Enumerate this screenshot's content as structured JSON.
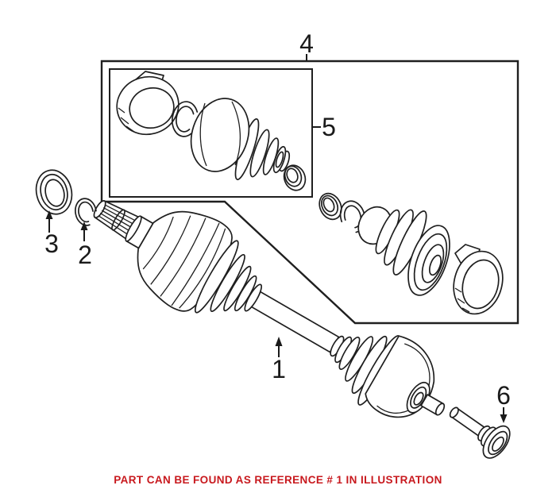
{
  "illustration": {
    "description": "exploded parts diagram",
    "line_color": "#1f1f1f",
    "callouts": [
      {
        "id": "part-1",
        "label": "1"
      },
      {
        "id": "part-2",
        "label": "2"
      },
      {
        "id": "part-3",
        "label": "3"
      },
      {
        "id": "part-4",
        "label": "4"
      },
      {
        "id": "part-5",
        "label": "5"
      },
      {
        "id": "part-6",
        "label": "6"
      }
    ]
  },
  "footer": {
    "note": "PART CAN BE FOUND AS REFERENCE # 1 IN ILLUSTRATION",
    "color": "#c8191e"
  }
}
